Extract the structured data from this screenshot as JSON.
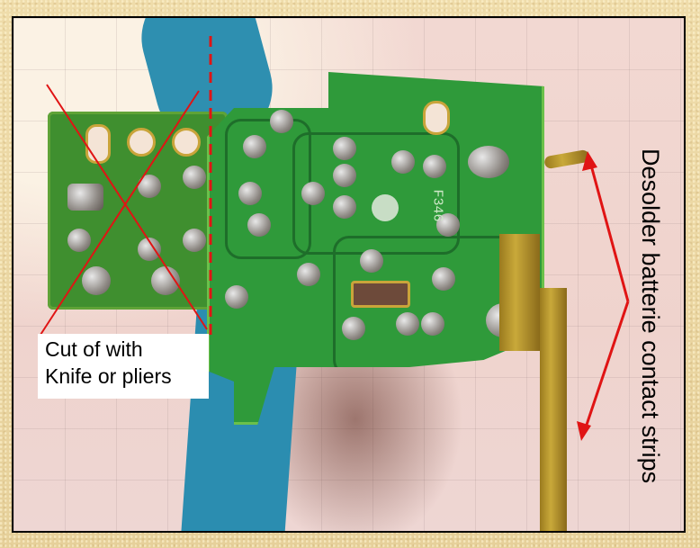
{
  "annotations": {
    "cut_label_line1": "Cut of with",
    "cut_label_line2": "Knife or pliers",
    "desolder_label": "Desolder batterie contact strips"
  },
  "pcb": {
    "silkscreen_code": "F346"
  },
  "colors": {
    "annotation_red": "#e01414",
    "pcb_green": "#2f9a3a",
    "cable_blue": "#2e8fb0",
    "frame_border": "#000000",
    "background_parchment": "#ecd9a6"
  }
}
